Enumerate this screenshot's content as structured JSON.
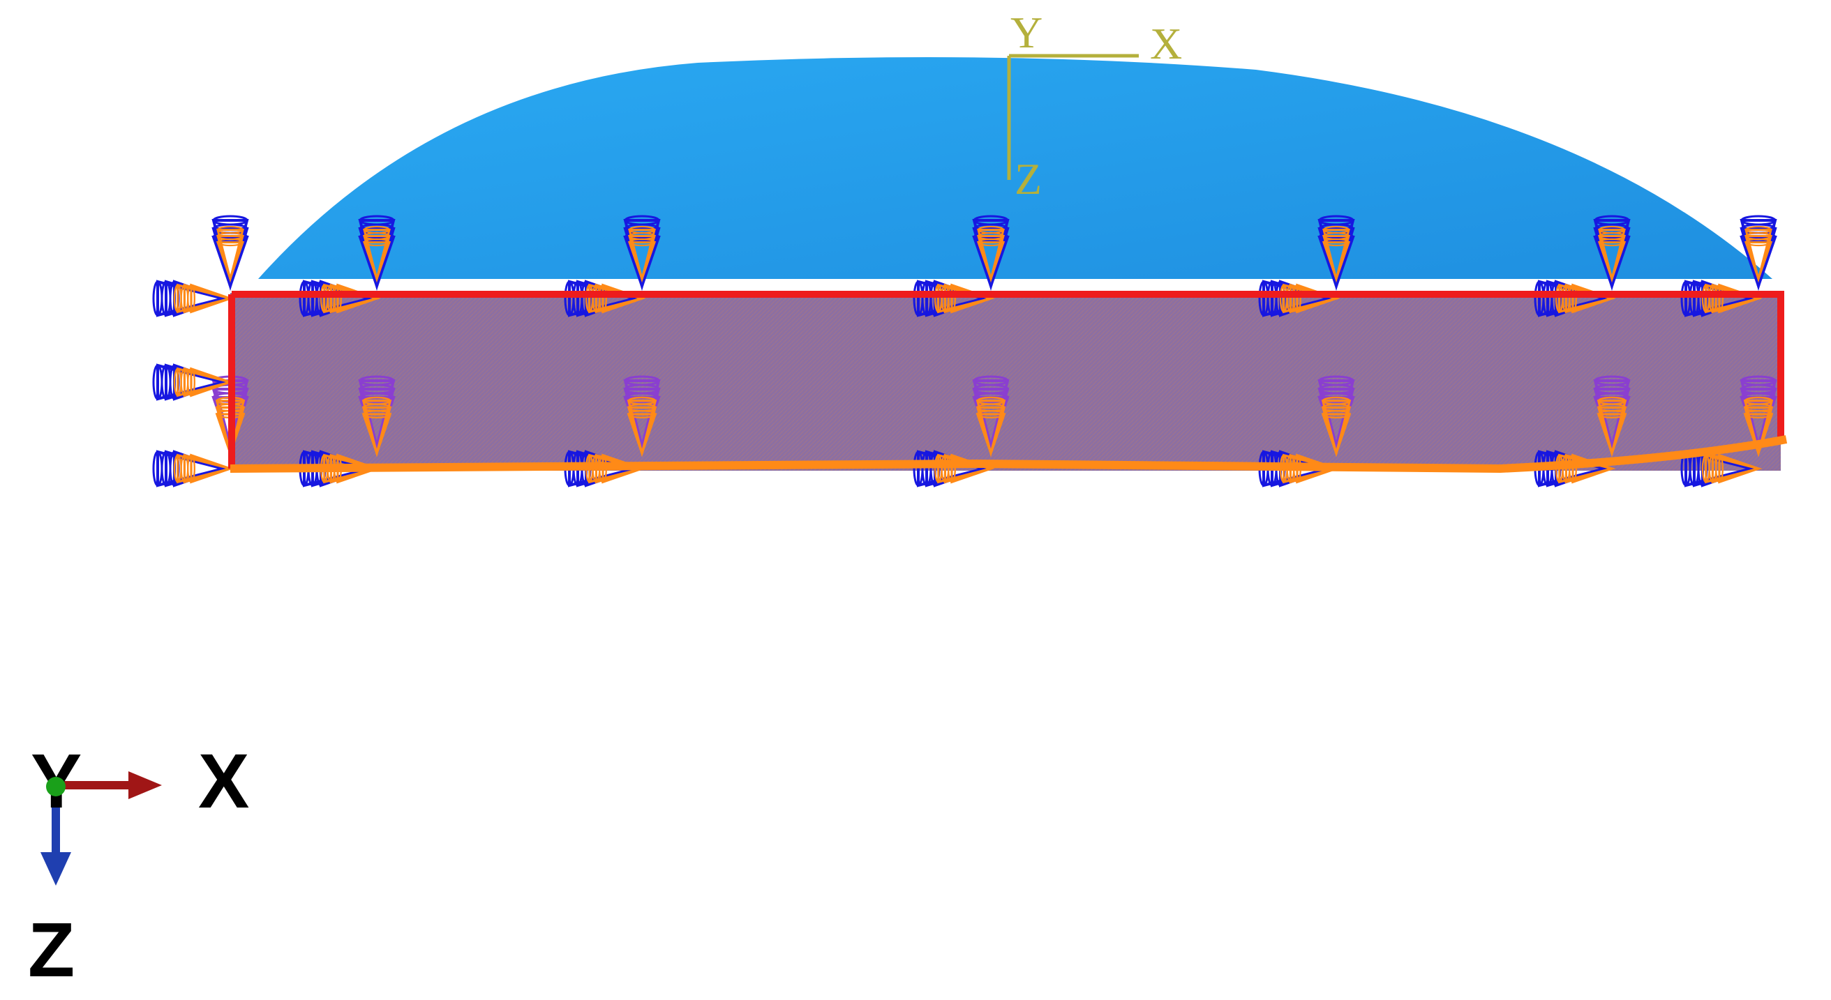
{
  "local_csys": {
    "y_label": "Y",
    "x_label": "X",
    "z_label": "Z",
    "color": "#b4b03c"
  },
  "view_triad": {
    "y_label": "Y",
    "x_label": "X",
    "z_label": "Z",
    "x_axis_color": "#a01616",
    "y_axis_color": "#1aa01a",
    "z_axis_color": "#1f3fb0"
  },
  "colors": {
    "dome_top": "#2aa9f2",
    "dome_edge": "#1f8fe0",
    "panel_fill": "#8c6fa2",
    "top_edge": "#ee1c1c",
    "bottom_edge": "#ff8a17",
    "bc_symbol": "#1717e0",
    "bc_symbol_over_panel": "#8a3fd0",
    "load_symbol": "#ff8a17"
  },
  "icons": {
    "boundary_condition": "cone-constraint-icon",
    "load": "cone-load-icon"
  }
}
